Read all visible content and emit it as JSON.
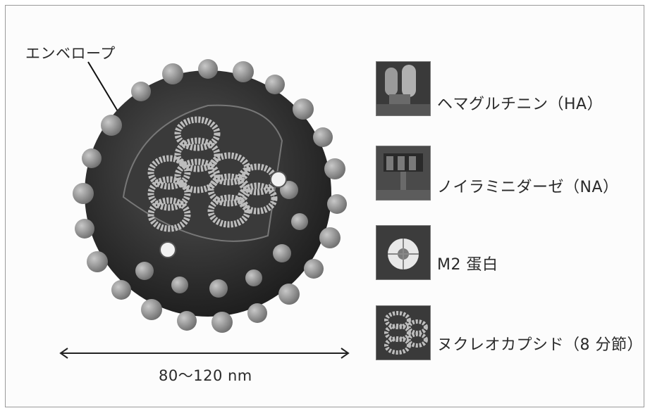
{
  "diagram": {
    "envelope_label": "エンベロープ",
    "size_label": "80〜120 nm",
    "components": [
      {
        "id": "ha",
        "label": "ヘマグルチニン（HA）",
        "icon": "hemagglutinin-icon"
      },
      {
        "id": "na",
        "label": "ノイラミニダーゼ（NA）",
        "icon": "neuraminidase-icon"
      },
      {
        "id": "m2",
        "label": "M2 蛋白",
        "icon": "m2-protein-icon"
      },
      {
        "id": "np",
        "label": "ヌクレオカプシド（8 分節）",
        "icon": "nucleocapsid-icon"
      }
    ]
  },
  "colors": {
    "frame": "#9a9a9a",
    "particle_dark": "#2b2b2b",
    "spike": "#8c8c8c",
    "coil": "#b9b9b9"
  }
}
